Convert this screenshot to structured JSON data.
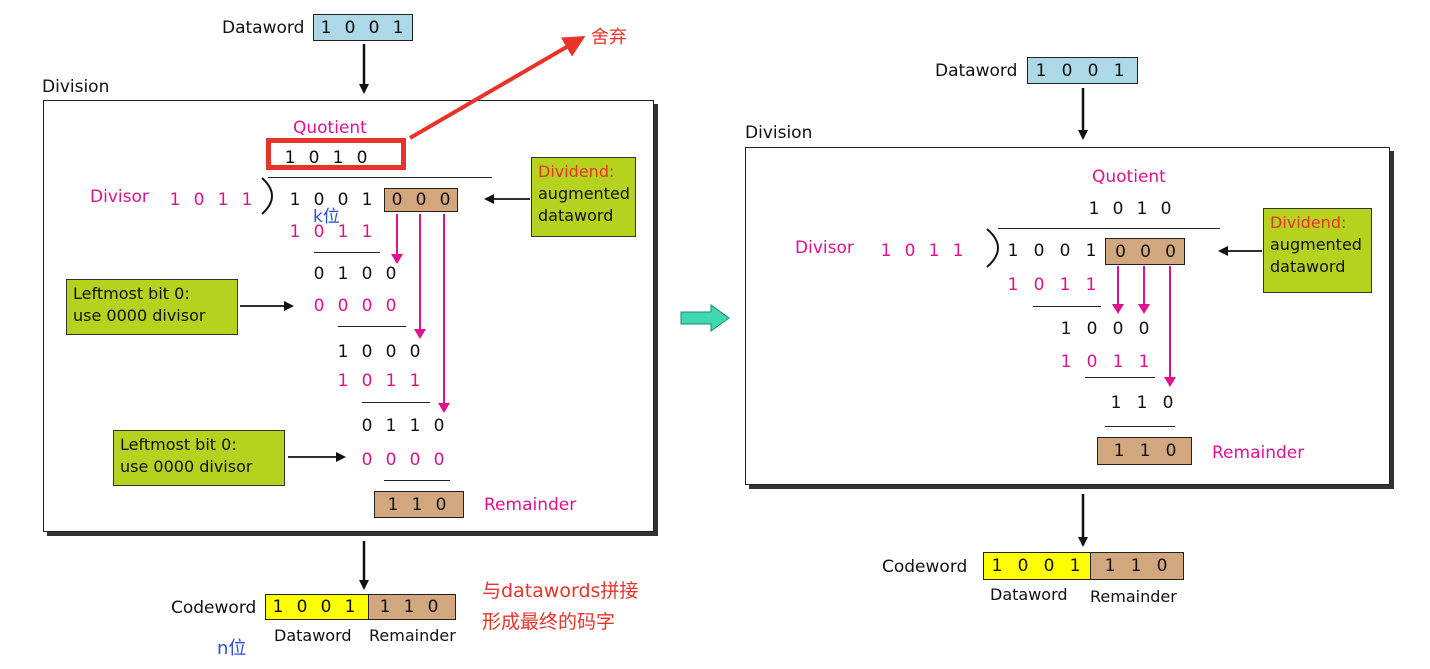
{
  "left": {
    "dataword_label": "Dataword",
    "dataword_bits": [
      "1",
      "0",
      "0",
      "1"
    ],
    "division_label": "Division",
    "quotient_label": "Quotient",
    "quotient_bits": [
      "1",
      "0",
      "1",
      "0"
    ],
    "divisor_label": "Divisor",
    "divisor_bits": [
      "1",
      "0",
      "1",
      "1"
    ],
    "dividend_data_bits": [
      "1",
      "0",
      "0",
      "1"
    ],
    "dividend_aug_bits": [
      "0",
      "0",
      "0"
    ],
    "k_note": "k位",
    "dividend_box": [
      "Dividend:",
      "augmented",
      "dataword"
    ],
    "steps": [
      {
        "bits": [
          "1",
          "0",
          "1",
          "1"
        ],
        "pink": true
      },
      {
        "bits": [
          "0",
          "1",
          "0",
          "0"
        ],
        "pink": false
      },
      {
        "bits": [
          "0",
          "0",
          "0",
          "0"
        ],
        "pink": true
      },
      {
        "bits": [
          "1",
          "0",
          "0",
          "0"
        ],
        "pink": false
      },
      {
        "bits": [
          "1",
          "0",
          "1",
          "1"
        ],
        "pink": true
      },
      {
        "bits": [
          "0",
          "1",
          "1",
          "0"
        ],
        "pink": false
      },
      {
        "bits": [
          "0",
          "0",
          "0",
          "0"
        ],
        "pink": true
      }
    ],
    "leftmost_box_1": [
      "Leftmost bit 0:",
      "use 0000 divisor"
    ],
    "leftmost_box_2": [
      "Leftmost bit 0:",
      "use 0000 divisor"
    ],
    "remainder_bits": [
      "1",
      "1",
      "0"
    ],
    "remainder_label": "Remainder",
    "codeword_label": "Codeword",
    "codeword_data_bits": [
      "1",
      "0",
      "0",
      "1"
    ],
    "codeword_rem_bits": [
      "1",
      "1",
      "0"
    ],
    "codeword_dataword_caption": "Dataword",
    "codeword_remainder_caption": "Remainder",
    "n_note": "n位",
    "discard_note": "舍弃",
    "concat_note_line1": "与datawords拼接",
    "concat_note_line2": "形成最终的码字"
  },
  "right": {
    "dataword_label": "Dataword",
    "dataword_bits": [
      "1",
      "0",
      "0",
      "1"
    ],
    "division_label": "Division",
    "quotient_label": "Quotient",
    "quotient_bits": [
      "1",
      "0",
      "1",
      "0"
    ],
    "divisor_label": "Divisor",
    "divisor_bits": [
      "1",
      "0",
      "1",
      "1"
    ],
    "dividend_data_bits": [
      "1",
      "0",
      "0",
      "1"
    ],
    "dividend_aug_bits": [
      "0",
      "0",
      "0"
    ],
    "dividend_box": [
      "Dividend:",
      "augmented",
      "dataword"
    ],
    "steps": [
      {
        "bits": [
          "1",
          "0",
          "1",
          "1"
        ],
        "pink": true
      },
      {
        "bits": [
          "1",
          "0",
          "0",
          "0"
        ],
        "pink": false
      },
      {
        "bits": [
          "1",
          "0",
          "1",
          "1"
        ],
        "pink": true
      },
      {
        "bits": [
          "1",
          "1",
          "0"
        ],
        "pink": false
      }
    ],
    "remainder_bits": [
      "1",
      "1",
      "0"
    ],
    "remainder_label": "Remainder",
    "codeword_label": "Codeword",
    "codeword_data_bits": [
      "1",
      "0",
      "0",
      "1"
    ],
    "codeword_rem_bits": [
      "1",
      "1",
      "0"
    ],
    "codeword_dataword_caption": "Dataword",
    "codeword_remainder_caption": "Remainder"
  },
  "colors": {
    "pink": "#e0118f",
    "red_note": "#e8332a",
    "blue_note": "#2a4fd6",
    "dataword_fill": "#add8e6",
    "augmented_fill": "#d2a77e",
    "codeword_fill": "#ffff00",
    "callout_fill": "#b5d21e",
    "transition_arrow": "#3fd9b0"
  }
}
